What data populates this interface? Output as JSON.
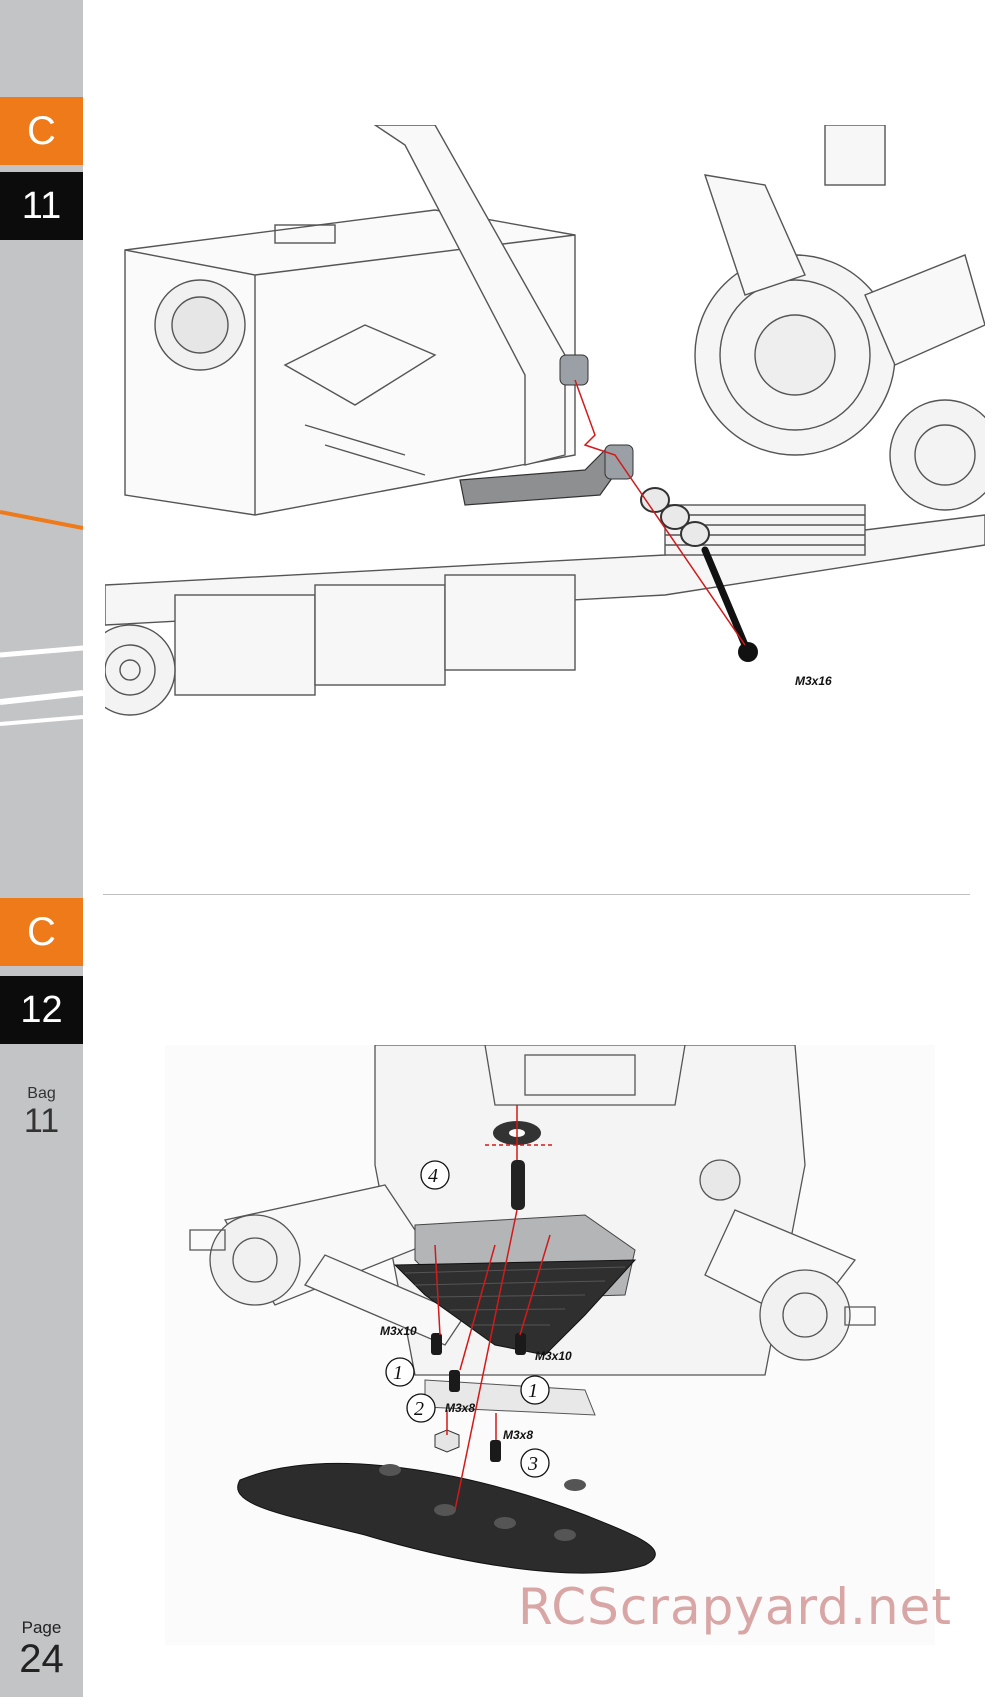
{
  "sidebar": {
    "step1": {
      "section": "C",
      "number": "11"
    },
    "step2": {
      "section": "C",
      "number": "12"
    },
    "bag": {
      "label": "Bag",
      "number": "11"
    },
    "page": {
      "label": "Page",
      "number": "24"
    },
    "colors": {
      "band": "#c3c4c6",
      "section": "#ee7a1a",
      "number": "#0c0c0c"
    }
  },
  "step1_figure": {
    "screw_label": "M3x16"
  },
  "step2_figure": {
    "labels": {
      "m3x10_left": "M3x10",
      "m3x10_right": "M3x10",
      "m3x8_step2": "M3x8",
      "m3x8_step3": "M3x8"
    },
    "callouts": {
      "c1_left": "1",
      "c1_right": "1",
      "c2": "2",
      "c3": "3",
      "c4": "4"
    }
  },
  "watermark": "RCScrapyard.net"
}
